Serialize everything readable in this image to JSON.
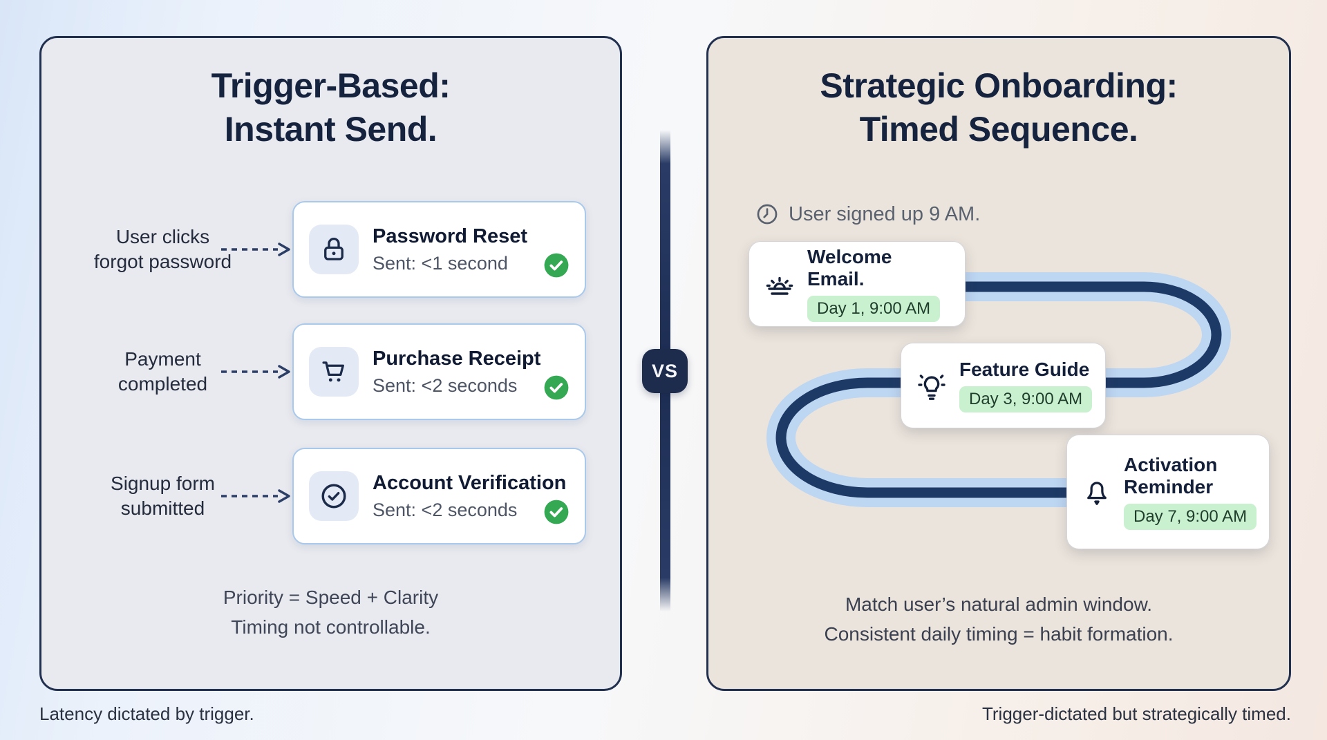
{
  "left_panel": {
    "title_line1": "Trigger-Based:",
    "title_line2": "Instant Send.",
    "rows": [
      {
        "trigger_line1": "User clicks",
        "trigger_line2": "forgot password",
        "icon": "lock-icon",
        "title": "Password Reset",
        "subtitle": "Sent: <1 second"
      },
      {
        "trigger_line1": "Payment",
        "trigger_line2": "completed",
        "icon": "cart-icon",
        "title": "Purchase Receipt",
        "subtitle": "Sent: <2 seconds"
      },
      {
        "trigger_line1": "Signup form",
        "trigger_line2": "submitted",
        "icon": "check-circle-icon",
        "title": "Account Verification",
        "subtitle": "Sent: <2 seconds"
      }
    ],
    "summary_line1": "Priority = Speed + Clarity",
    "summary_line2": "Timing not controllable.",
    "footer": "Latency dictated by trigger."
  },
  "vs_badge": "VS",
  "right_panel": {
    "title_line1": "Strategic Onboarding:",
    "title_line2": "Timed Sequence.",
    "signup_note": "User signed up 9 AM.",
    "steps": [
      {
        "icon": "sunrise-icon",
        "title": "Welcome Email.",
        "badge": "Day 1, 9:00 AM"
      },
      {
        "icon": "lightbulb-icon",
        "title": "Feature Guide",
        "badge": "Day 3, 9:00 AM"
      },
      {
        "icon": "bell-icon",
        "title": "Activation Reminder",
        "badge": "Day 7, 9:00 AM"
      }
    ],
    "summary_line1": "Match user’s natural admin window.",
    "summary_line2": "Consistent daily timing = habit formation.",
    "footer": "Trigger-dictated but strategically timed."
  },
  "colors": {
    "navy": "#1d2b4c",
    "panel_left_bg": "#e9eaef",
    "panel_right_bg": "#ebe4dc",
    "card_border_blue": "#a9c9ec",
    "tube_light_blue": "#bdd6f2",
    "tube_navy": "#1d3a66",
    "badge_green_bg": "#c9f1cf",
    "check_green": "#34a853"
  }
}
